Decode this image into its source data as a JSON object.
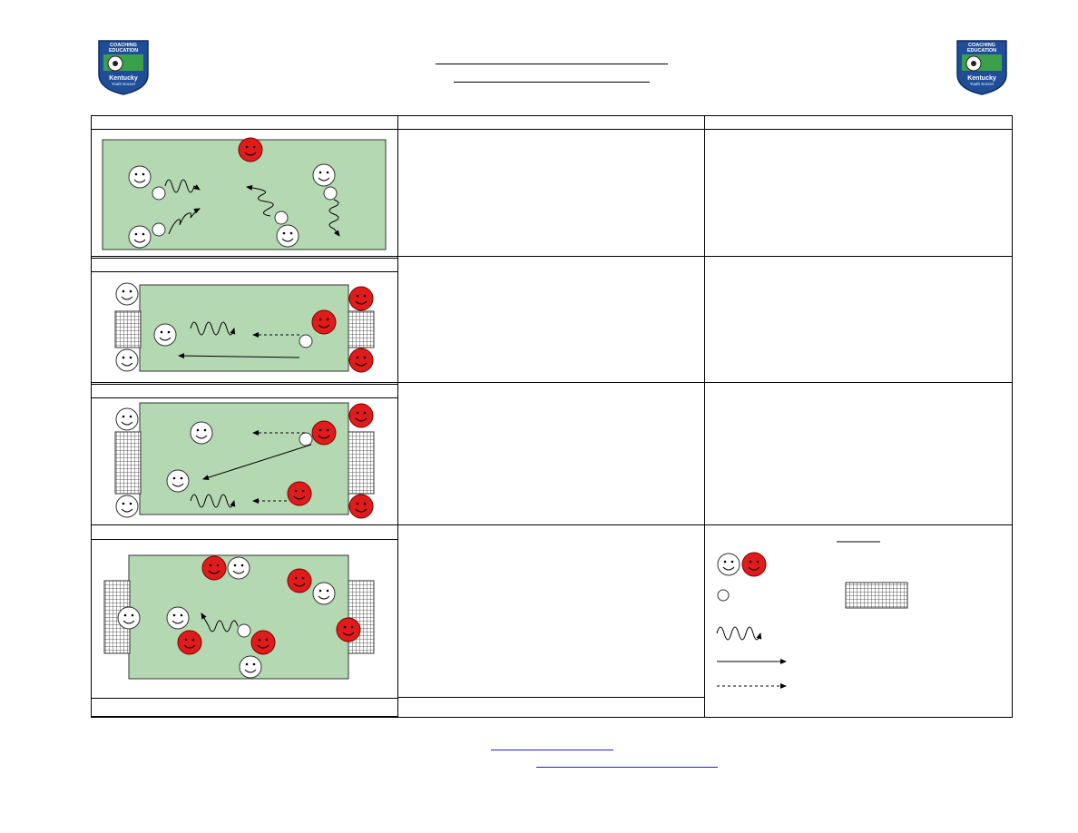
{
  "header": {
    "logo_text_line1": "COACHING",
    "logo_text_line2": "EDUCATION",
    "logo_text_line3": "Kentucky",
    "logo_text_line4": "Youth Soccer"
  },
  "colors": {
    "field": "#b4d8b1",
    "attacker": "#ffffff",
    "defender": "#e01b1b",
    "logo_blue": "#1f4d9a",
    "logo_green": "#3aa04a",
    "link": "#1a1aff"
  },
  "legend": {
    "title": "",
    "items": [
      {
        "icon": "players-icon"
      },
      {
        "icon": "ball-icon"
      },
      {
        "icon": "goal-icon"
      },
      {
        "icon": "dribble-icon"
      },
      {
        "icon": "pass-arrow-icon"
      },
      {
        "icon": "run-arrow-icon"
      }
    ]
  },
  "activities": [
    {
      "diagram": "dribbling-grid"
    },
    {
      "diagram": "one-v-one-to-goal"
    },
    {
      "diagram": "two-v-two-to-goal"
    },
    {
      "diagram": "small-sided-game"
    }
  ]
}
